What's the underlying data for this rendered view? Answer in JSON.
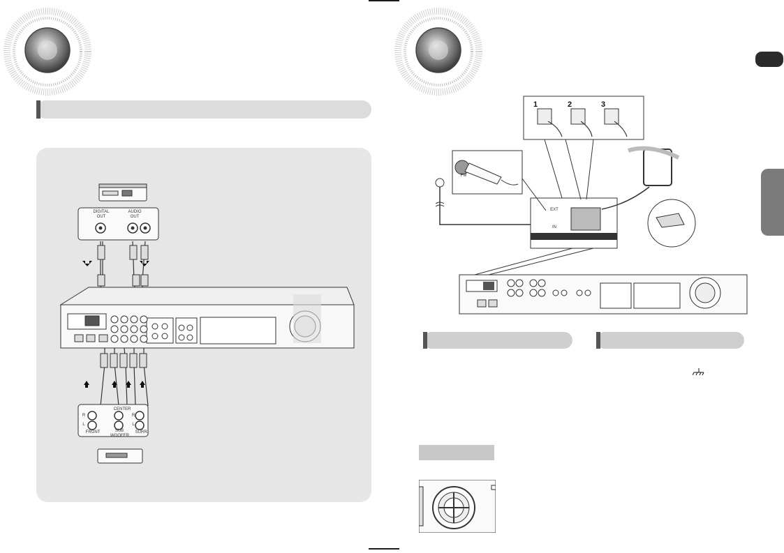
{
  "left_page": {
    "source_device_labels": {
      "digital_out": "DIGITAL OUT",
      "audio_out": "AUDIO OUT"
    },
    "lower_device_labels": {
      "center": "CENTER",
      "front": "FRONT",
      "sub_woofer": "SUB WOOFER",
      "surr": "SURR.",
      "r": "R",
      "l": "L"
    }
  },
  "right_page": {
    "antenna_steps": [
      "1",
      "2",
      "3"
    ],
    "connector_labels": {
      "fm": "FM",
      "fm_ext": "EXT",
      "fm_in": "IN"
    }
  },
  "colors": {
    "panel": "#e6e6e6",
    "section_bar": "#dcdcdc",
    "side_tab": "#7a7a7a",
    "top_tab": "#2b2b2b"
  },
  "icons": [
    "speaker-disc-icon",
    "ground-symbol-icon",
    "arrow-up-icon",
    "arrow-down-icon"
  ]
}
